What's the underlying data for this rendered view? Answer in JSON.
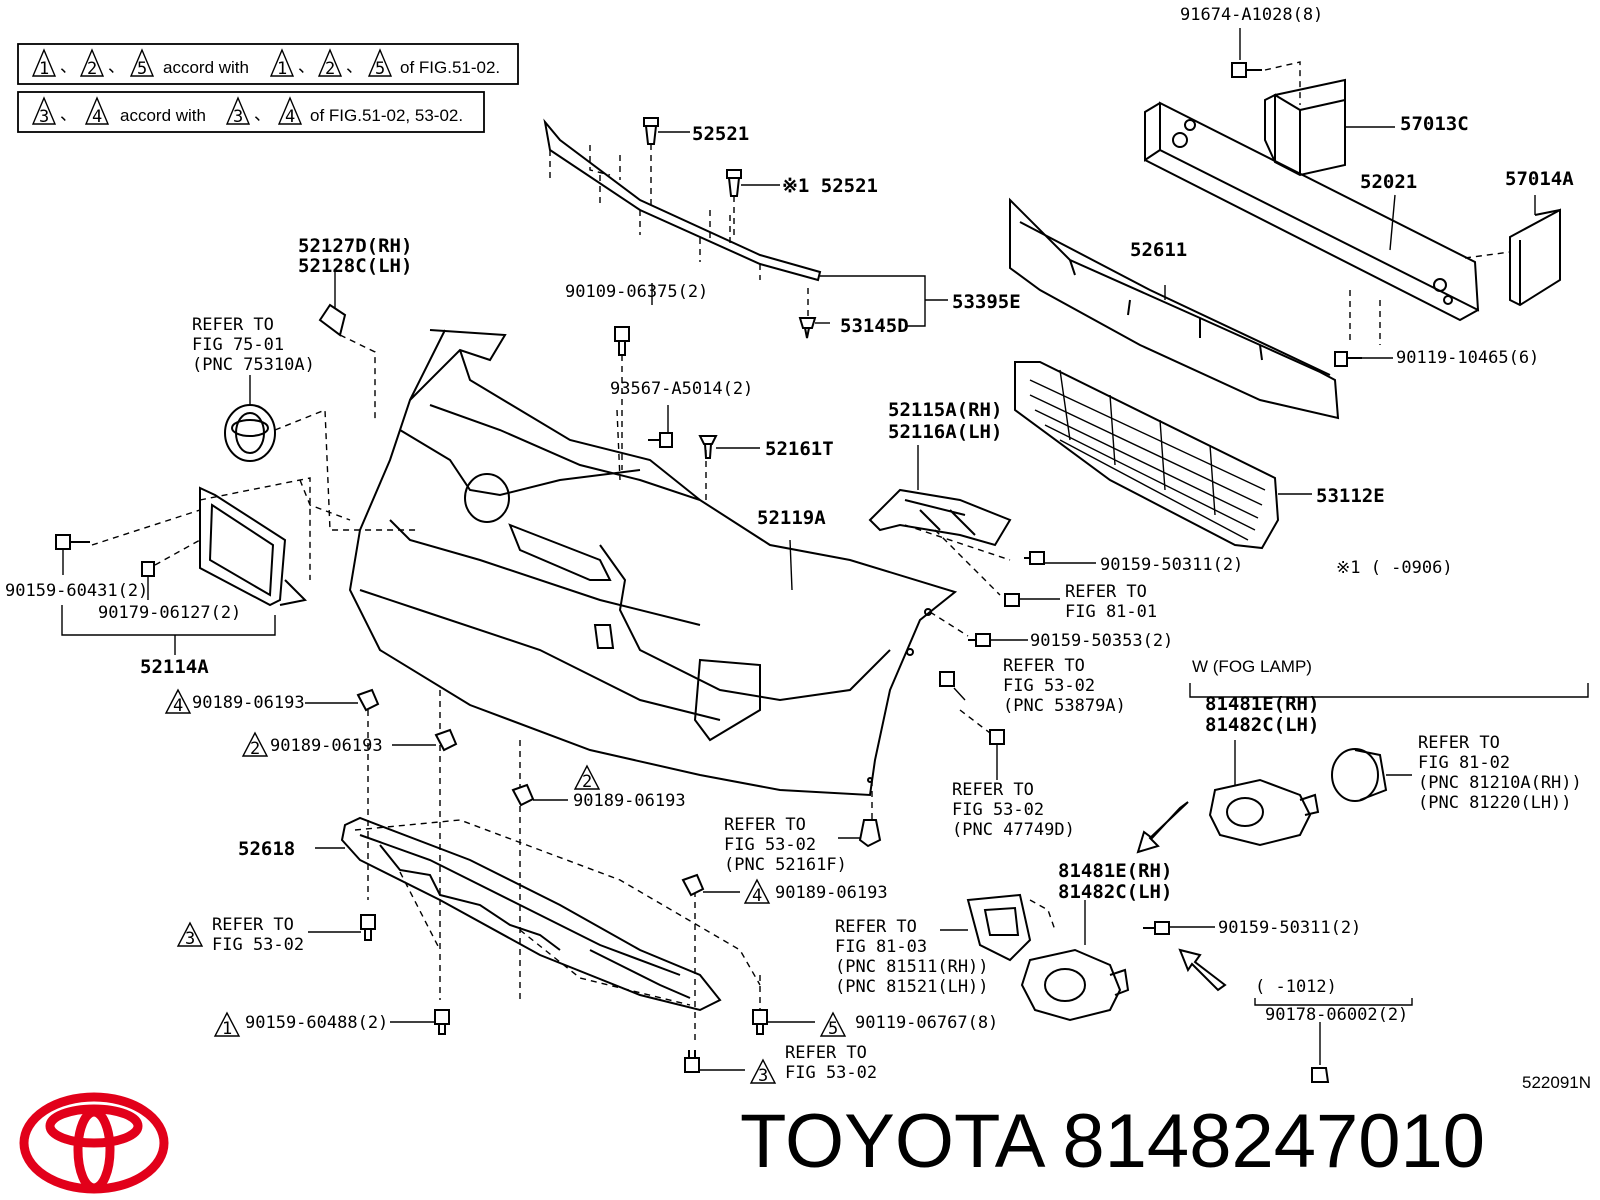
{
  "header": {
    "row1": {
      "a": "1",
      "b": "2",
      "c": "5",
      "text": "accord with",
      "tail": "of FIG.51-02."
    },
    "row2": {
      "a": "3",
      "b": "4",
      "text": "accord with",
      "tail": "of FIG.51-02, 53-02."
    },
    "sep": "、"
  },
  "labels": {
    "p91674": "91674-A1028(8)",
    "p57013C": "57013C",
    "p52521a": "52521",
    "p52521b": "※1 52521",
    "p52021": "52021",
    "p57014A": "57014A",
    "p52127D": "52127D(RH)",
    "p52128C": "52128C(LH)",
    "p52611": "52611",
    "p90109": "90109-06375(2)",
    "p53395E": "53395E",
    "p53145D": "53145D",
    "ref75_1": "REFER TO",
    "ref75_2": "FIG 75-01",
    "ref75_3": "(PNC 75310A)",
    "p90119_10465": "90119-10465(6)",
    "p93567": "93567-A5014(2)",
    "p52115A": "52115A(RH)",
    "p52116A": "52116A(LH)",
    "p52161T": "52161T",
    "p52119A": "52119A",
    "p53112E": "53112E",
    "p90159_60431": "90159-60431(2)",
    "p90179": "90179-06127(2)",
    "p90159_50311a": "90159-50311(2)",
    "note1": "※1 (      -0906)",
    "p52114A": "52114A",
    "ref81_01a": "REFER TO",
    "ref81_01b": "FIG 81-01",
    "p90159_50353": "90159-50353(2)",
    "fog_title": "W (FOG LAMP)",
    "ref53_879a": "REFER TO",
    "ref53_879b": "FIG 53-02",
    "ref53_879c": "(PNC 53879A)",
    "p81481E_a": "81481E(RH)",
    "p81482C_a": "81482C(LH)",
    "p90189_a": "90189-06193",
    "p90189_b": "90189-06193",
    "p90189_c": "90189-06193",
    "p90189_d": "90189-06193",
    "ref81_02a": "REFER TO",
    "ref81_02b": "FIG 81-02",
    "ref81_02c": "(PNC 81210A(RH))",
    "ref81_02d": "(PNC 81220(LH))",
    "ref53_477a": "REFER TO",
    "ref53_477b": "FIG 53-02",
    "ref53_477c": "(PNC 47749D)",
    "ref53_521a": "REFER TO",
    "ref53_521b": "FIG 53-02",
    "ref53_521c": "(PNC 52161F)",
    "p52618": "52618",
    "p81481E_b": "81481E(RH)",
    "p81482C_b": "81482C(LH)",
    "ref53_a1": "REFER TO",
    "ref53_a2": "FIG 53-02",
    "ref81_03a": "REFER TO",
    "ref81_03b": "FIG 81-03",
    "ref81_03c": "(PNC 81511(RH))",
    "ref81_03d": "(PNC 81521(LH))",
    "p90159_50311b": "90159-50311(2)",
    "note1012": "(      -1012)",
    "p90159_60488": "90159-60488(2)",
    "p90119_06767": "90119-06767(8)",
    "p90178": "90178-06002(2)",
    "ref53_b1": "REFER TO",
    "ref53_b2": "FIG 53-02",
    "code": "522091N"
  },
  "marks": {
    "m4a": "4",
    "m2a": "2",
    "m2b": "2",
    "m4b": "4",
    "m3a": "3",
    "m1a": "1",
    "m5a": "5",
    "m3b": "3"
  },
  "brand": {
    "name": "TOYOTA",
    "part_number": "8148247010",
    "logo_color": "#e2001a"
  }
}
